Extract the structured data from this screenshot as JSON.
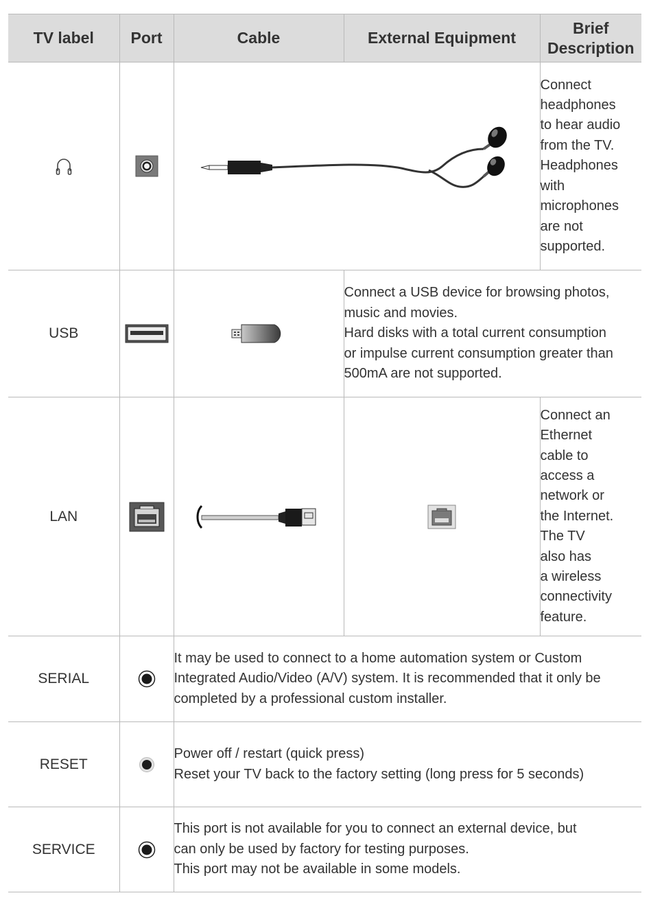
{
  "headers": {
    "tv_label": "TV label",
    "port": "Port",
    "cable": "Cable",
    "external": "External Equipment",
    "brief_line1": "Brief",
    "brief_line2": "Description"
  },
  "rows": {
    "headphones": {
      "label_icon": "headphones-icon",
      "port_icon": "headphone-jack-icon",
      "cable_icon": "earphones-cable-icon",
      "desc": [
        "Connect",
        "headphones",
        "to hear audio",
        "from the TV.",
        "Headphones",
        "with",
        "microphones",
        "are not",
        "supported."
      ]
    },
    "usb": {
      "label": "USB",
      "port_icon": "usb-port-icon",
      "cable_icon": "usb-flash-drive-icon",
      "desc": [
        "Connect a USB device for browsing photos,",
        "music and movies.",
        "Hard disks with a total current consumption",
        "or impulse current consumption greater than",
        "500mA are not supported."
      ]
    },
    "lan": {
      "label": "LAN",
      "port_icon": "lan-port-icon",
      "cable_icon": "ethernet-cable-icon",
      "equip_icon": "router-lan-port-icon",
      "desc": [
        "Connect an",
        "Ethernet",
        "cable to",
        "access a",
        "network or",
        "the Internet.",
        "The TV",
        "also has",
        "a wireless",
        "connectivity",
        "feature."
      ]
    },
    "serial": {
      "label": "SERIAL",
      "port_icon": "serial-jack-icon",
      "desc": [
        "It may be used to connect to a home automation system or Custom",
        "Integrated Audio/Video (A/V) system. It is recommended that it only be",
        "completed by a professional custom installer."
      ]
    },
    "reset": {
      "label": "RESET",
      "port_icon": "reset-button-icon",
      "desc": [
        "Power off / restart (quick press)",
        "Reset your TV back to  the factory setting (long press for 5 seconds)"
      ]
    },
    "service": {
      "label": "SERVICE",
      "port_icon": "service-jack-icon",
      "desc": [
        "This port is not available for you to connect an external device, but",
        "can only be used by factory for testing purposes.",
        "This port may not be available in some models."
      ]
    }
  }
}
